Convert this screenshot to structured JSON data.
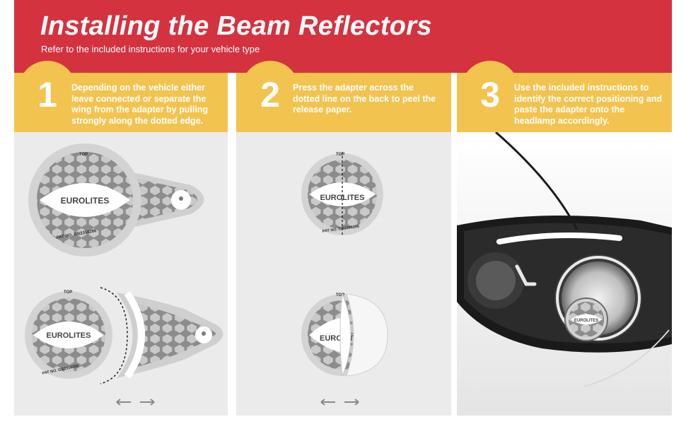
{
  "header": {
    "title": "Installing the Beam Reflectors",
    "subtitle": "Refer to the included instructions for your vehicle type"
  },
  "steps": [
    {
      "number": "1",
      "text": "Depending on the vehicle either leave connected or separate the wing from the adapter by pulling strongly along the dotted edge."
    },
    {
      "number": "2",
      "text": "Press the adapter across the dotted line on the back to peel the release paper."
    },
    {
      "number": "3",
      "text": "Use the included instructions to identify the correct positioning and paste the adapter onto the headlamp accordingly."
    }
  ],
  "reflector": {
    "brand": "EUROLITES",
    "top_mark": "TOP",
    "patent": "PAT NO. GB2358286"
  },
  "colors": {
    "banner": "#d5323f",
    "step": "#f2c34f",
    "panel": "#ebebeb"
  },
  "icons": [
    "left-right-arrows-icon",
    "hexagon-pattern"
  ]
}
